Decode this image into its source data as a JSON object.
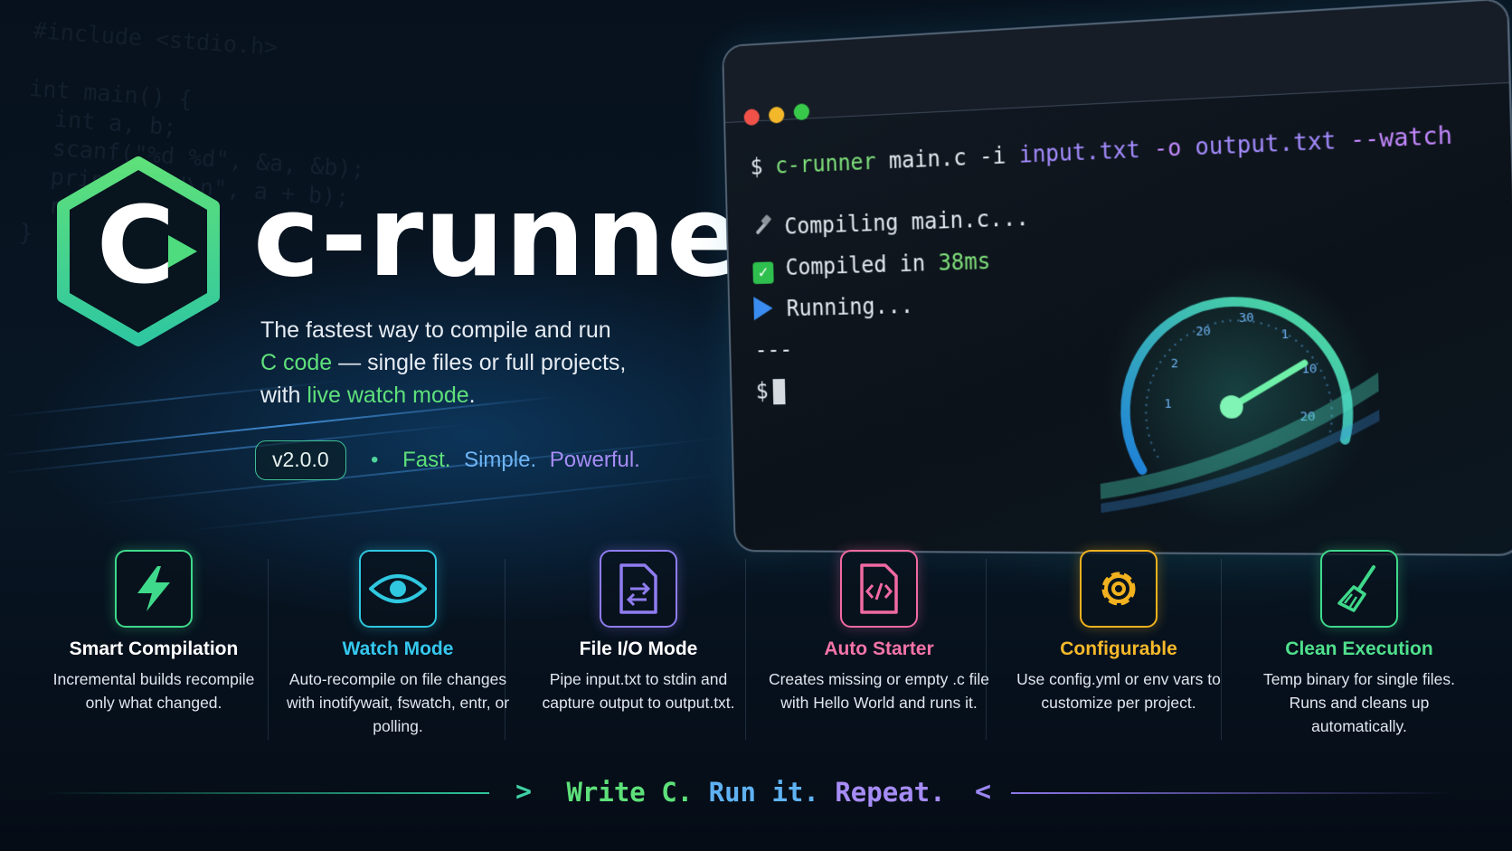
{
  "background_code": [
    "#include <stdio.h>",
    "",
    "int main() {",
    "  int a, b;",
    "  scanf(\"%d %d\", &a, &b);",
    "  printf(\"%d\\n\", a + b);",
    "  return 0;",
    "}"
  ],
  "brand": {
    "logo_letter": "C",
    "name": "c-runner",
    "tagline_1": "The fastest way to compile and run",
    "tagline_2_hl": "C code",
    "tagline_2": " — single files or full projects,",
    "tagline_3": "with ",
    "tagline_3_hl": "live watch mode",
    "tagline_3_end": ".",
    "version": "v2.0.0",
    "bullet": "•",
    "slogan": [
      "Fast.",
      "Simple.",
      "Powerful."
    ],
    "slogan_colors": [
      "#5ee07a",
      "#6fb4f5",
      "#a68cf5"
    ]
  },
  "terminal": {
    "prompt": "$",
    "cmd_name": "c-runner",
    "cmd_file": "main.c",
    "cmd_flag_i": "-i",
    "cmd_input": "input.txt",
    "cmd_flag_o": "-o",
    "cmd_output": "output.txt",
    "cmd_watch": "--watch",
    "line_compiling": "Compiling main.c...",
    "line_compiled": "Compiled in ",
    "compile_time": "38ms",
    "line_running": "Running...",
    "divider": "---",
    "gauge_labels": [
      "1",
      "2",
      "20",
      "30",
      "1",
      "10",
      "20"
    ]
  },
  "features": [
    {
      "title": "Smart Compilation",
      "desc": "Incremental builds recompile only what changed.",
      "color": "#3fd98b",
      "title_color": "#ffffff",
      "icon": "lightning-icon"
    },
    {
      "title": "Watch Mode",
      "desc": "Auto-recompile on file changes with inotifywait, fswatch, entr, or polling.",
      "color": "#2fc8e0",
      "title_color": "#35c8ee",
      "icon": "eye-icon"
    },
    {
      "title": "File I/O Mode",
      "desc": "Pipe input.txt to stdin and capture output to output.txt.",
      "color": "#8f7cf0",
      "title_color": "#ffffff",
      "icon": "file-swap-icon"
    },
    {
      "title": "Auto Starter",
      "desc": "Creates missing or empty .c file with Hello World and runs it.",
      "color": "#f06aa2",
      "title_color": "#f474a8",
      "icon": "code-file-icon"
    },
    {
      "title": "Configurable",
      "desc": "Use config.yml or env vars to customize per project.",
      "color": "#f2b11e",
      "title_color": "#f6b92a",
      "icon": "gear-icon"
    },
    {
      "title": "Clean Execution",
      "desc": "Temp binary for single files. Runs and cleans up automatically.",
      "color": "#3fd98b",
      "title_color": "#4fe08c",
      "icon": "broom-icon"
    }
  ],
  "footer": {
    "left_chevron": ">",
    "right_chevron": "<",
    "word1": "Write C.",
    "word2": "Run it.",
    "word3": "Repeat.",
    "colors": [
      "#5ee07a",
      "#5fb2f2",
      "#a68cf5"
    ]
  }
}
